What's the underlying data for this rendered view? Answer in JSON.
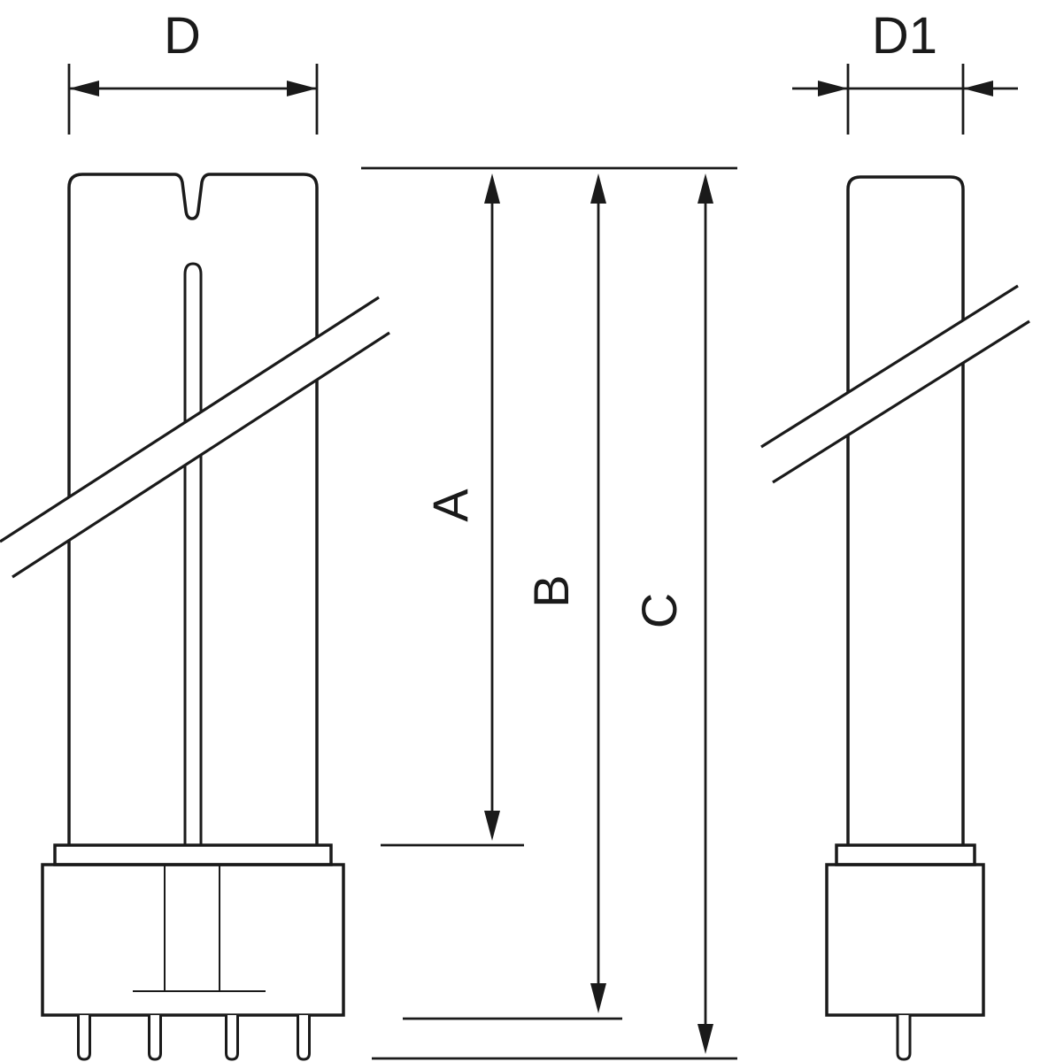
{
  "diagram": {
    "kind": "technical-dimension-drawing",
    "line_color": "#1a1a1a",
    "background_color": "#ffffff"
  },
  "labels": {
    "d": "D",
    "d1": "D1",
    "a": "A",
    "b": "B",
    "c": "C"
  }
}
